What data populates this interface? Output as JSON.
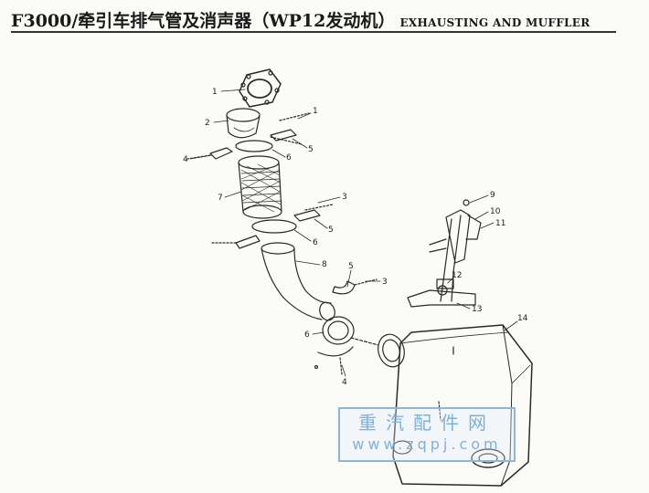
{
  "title": {
    "zh": "F3000/牵引车排气管及消声器（WP12发动机）",
    "en": "EXHAUSTING AND MUFFLER"
  },
  "callouts": [
    "1",
    "2",
    "1",
    "4",
    "5",
    "6",
    "7",
    "3",
    "5",
    "6",
    "8",
    "5",
    "3",
    "6",
    "4",
    "9",
    "10",
    "11",
    "12",
    "13",
    "14"
  ],
  "watermark": {
    "chars": "重汽配件网",
    "url": "www.zqpj.com"
  }
}
